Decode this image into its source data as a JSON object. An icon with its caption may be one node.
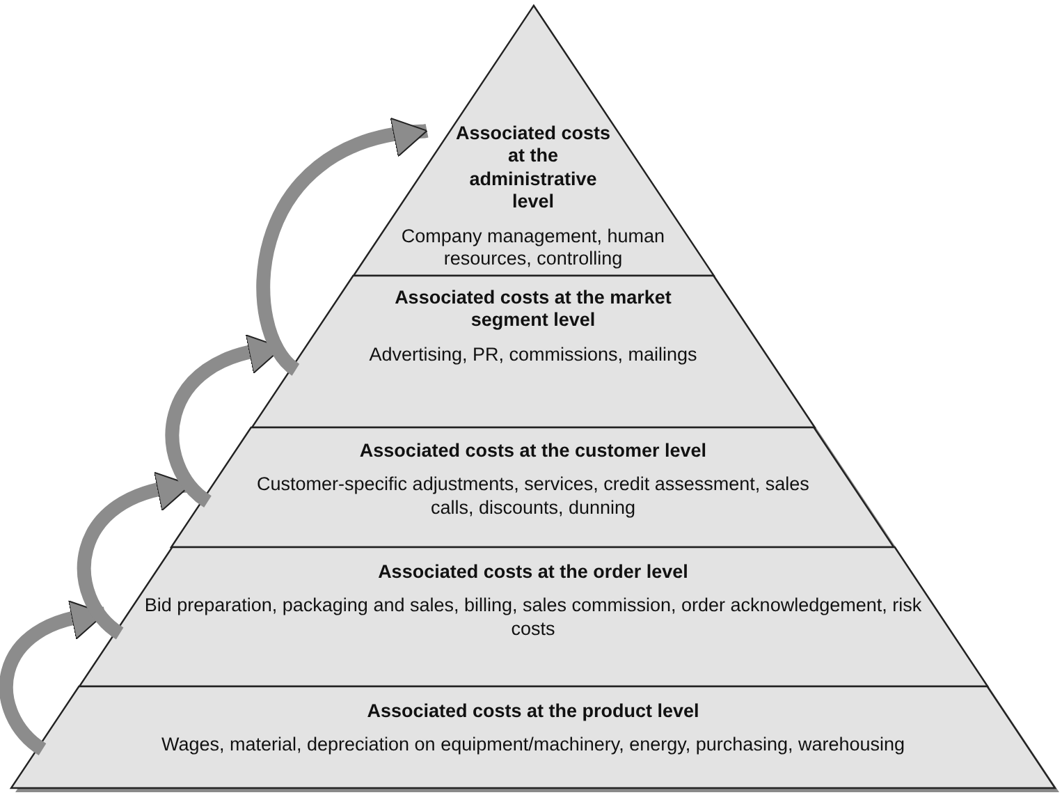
{
  "diagram": {
    "nodes": [
      {
        "text": [
          "Associated costs at the administrative level",
          "Company management, human resources, controlling"
        ]
      },
      {
        "text": [
          "Associated costs at the market segment level",
          "Advertising, PR, commissions, mailings"
        ]
      },
      {
        "text": [
          "Associated costs at the customer level",
          "Customer-specific adjustments, services, credit assessment, sales calls, discounts, dunning"
        ]
      },
      {
        "text": [
          "Associated costs at the order level",
          "Bid preparation, packaging and sales, billing, sales commission, order acknowledgement, risk costs"
        ]
      },
      {
        "text": [
          "Associated costs at the product level",
          "Wages, material, depreciation on equipment/machinery, energy, purchasing, warehousing"
        ]
      }
    ],
    "edges": [
      {
        "from": 4,
        "to": 3,
        "arrow": "to"
      },
      {
        "from": 3,
        "to": 2,
        "arrow": "to"
      },
      {
        "from": 2,
        "to": 1,
        "arrow": "to"
      },
      {
        "from": 1,
        "to": 0,
        "arrow": "to"
      }
    ]
  }
}
